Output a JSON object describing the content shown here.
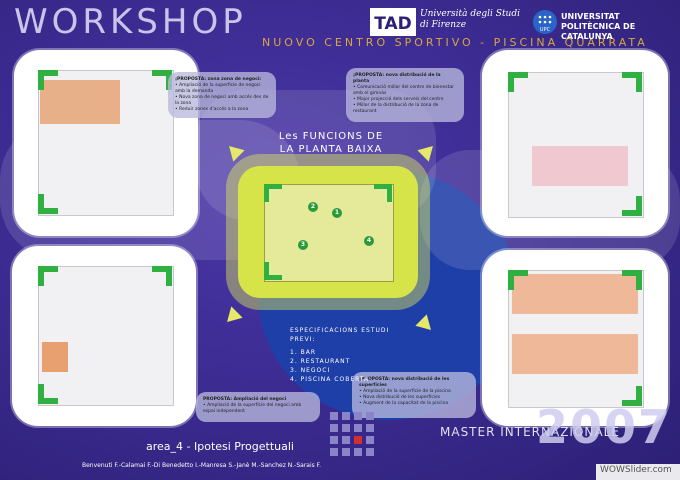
{
  "header": {
    "title": "WORKSHOP",
    "subtitle": "NUOVO CENTRO SPORTIVO - PISCINA QUARRATA",
    "tad_logo_text": "TAD",
    "firenze_text": "Università degli Studi di Firenze",
    "upc_logo_text": "UPC",
    "upc_text": "UNIVERSITAT POLITÈCNICA DE CATALUNYA"
  },
  "center": {
    "heading_line1": "Les FUNCIONS DE",
    "heading_line2": "LA PLANTA BAIXA",
    "markers": [
      "1",
      "2",
      "3",
      "4"
    ]
  },
  "specs": {
    "heading_line1": "ESPECIFICACIONS ESTUDI",
    "heading_line2": "PREVI:",
    "items": [
      "1. BAR",
      "2. RESTAURANT",
      "3. NEGOCI",
      "4. PISCINA COBERTA"
    ]
  },
  "callouts": {
    "top_left": {
      "title": "¡PROPOSTA: zona zona de negoci:",
      "body": "• Ampliació de la superfície de negoci amb la demanda\n• Nova zona de negoci amb accés des de la zona\n• Reduir zones d'accés a la zona"
    },
    "top_right": {
      "title": "¡PROPOSTA: nova distribució de la planta",
      "body": "• Comunicació millor del centre de bienestar amb el gimnàs\n• Major projecció dels serveis del centre\n• Millor de la distribució de la zona de restaurant"
    },
    "bottom_left": {
      "title": "PROPOSTA: Ampliació del negoci",
      "body": "• Ampliació de la superfície del negoci amb espai independent"
    },
    "bottom_right": {
      "title": "¡PROPOSTA: nova distribució de les superfícies",
      "body": "• Ampliació de la superfície de la piscina\n• Nova distribució de les superfícies\n• Augment de la capacitat de la piscina"
    }
  },
  "footer": {
    "area": "area_4 - Ipotesi Progettuali",
    "authors": "Benvenuti F.-Calamai F.-Di Benedetto I.-Manresa S.-Janè M.-Sanchez N.-Sarais F.",
    "master": "MASTER INTERNAZIONALE",
    "year": "2007",
    "watermark": "WOWSlider.com"
  },
  "colors": {
    "background": "#3a2a8e",
    "accent_yellow": "#d6e44a",
    "accent_green": "#30b040",
    "accent_blue": "#1f3fa8"
  }
}
